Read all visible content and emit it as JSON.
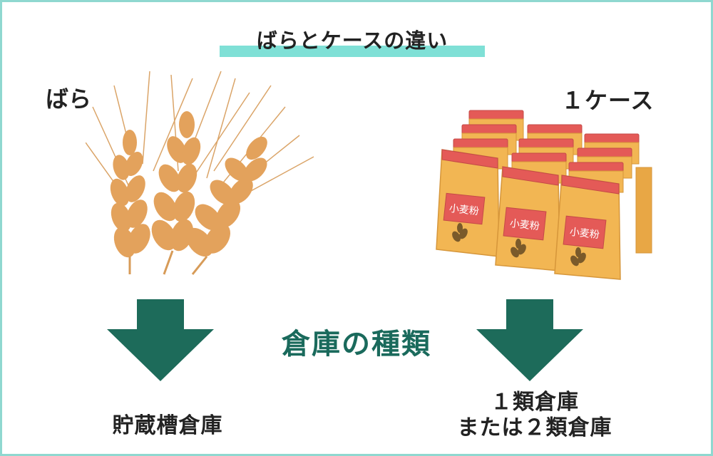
{
  "title": "ばらとケースの違い",
  "left": {
    "label": "ばら",
    "result": "貯蔵槽倉庫"
  },
  "right": {
    "label": "１ケース",
    "bag_text": "小麦粉",
    "result_line1": "１類倉庫",
    "result_line2": "または２類倉庫"
  },
  "center_label": "倉庫の種類",
  "colors": {
    "accent": "#7fe0d6",
    "arrow": "#1d6b5a",
    "wheat": "#e3a25c",
    "bag": "#f2b653",
    "bag_top": "#e45a57",
    "frame": "#8fd8d0"
  },
  "icons": [
    "wheat-illustration",
    "flour-bags-illustration",
    "down-arrow-icon"
  ]
}
